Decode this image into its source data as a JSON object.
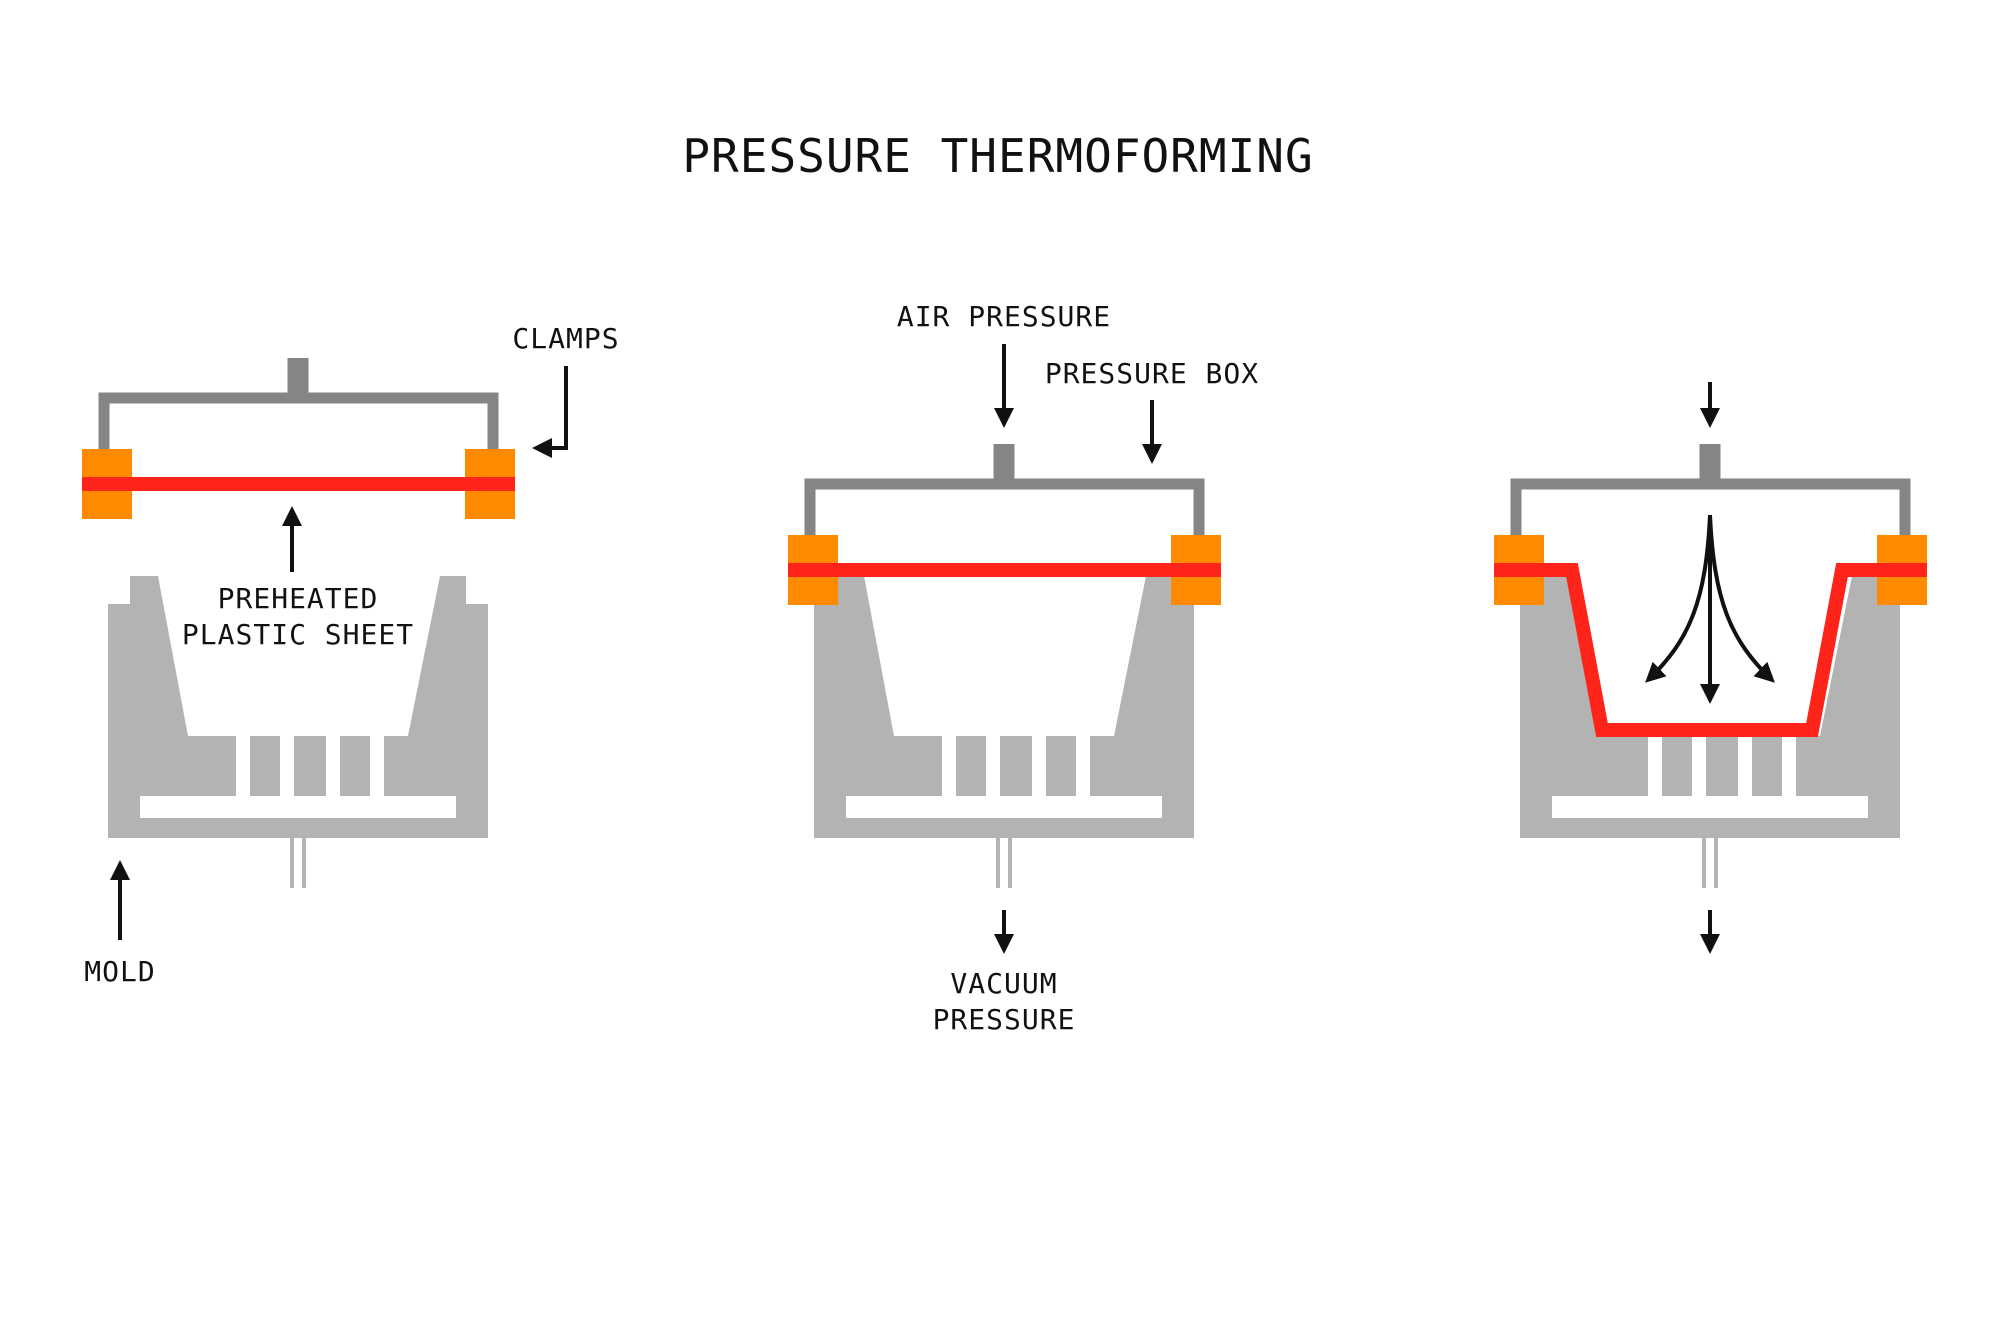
{
  "title": "PRESSURE THERMOFORMING",
  "colors": {
    "mold": "#b3b3b3",
    "box": "#858585",
    "clamp": "#ff8a00",
    "sheet": "#ff2419",
    "arrow": "#111111",
    "background": "#ffffff"
  },
  "panels": [
    {
      "labels": {
        "clamps": "CLAMPS",
        "sheet_line1": "PREHEATED",
        "sheet_line2": "PLASTIC SHEET",
        "mold": "MOLD"
      }
    },
    {
      "labels": {
        "air": "AIR PRESSURE",
        "box": "PRESSURE BOX",
        "vacuum_line1": "VACUUM",
        "vacuum_line2": "PRESSURE"
      }
    },
    {
      "labels": {}
    }
  ]
}
